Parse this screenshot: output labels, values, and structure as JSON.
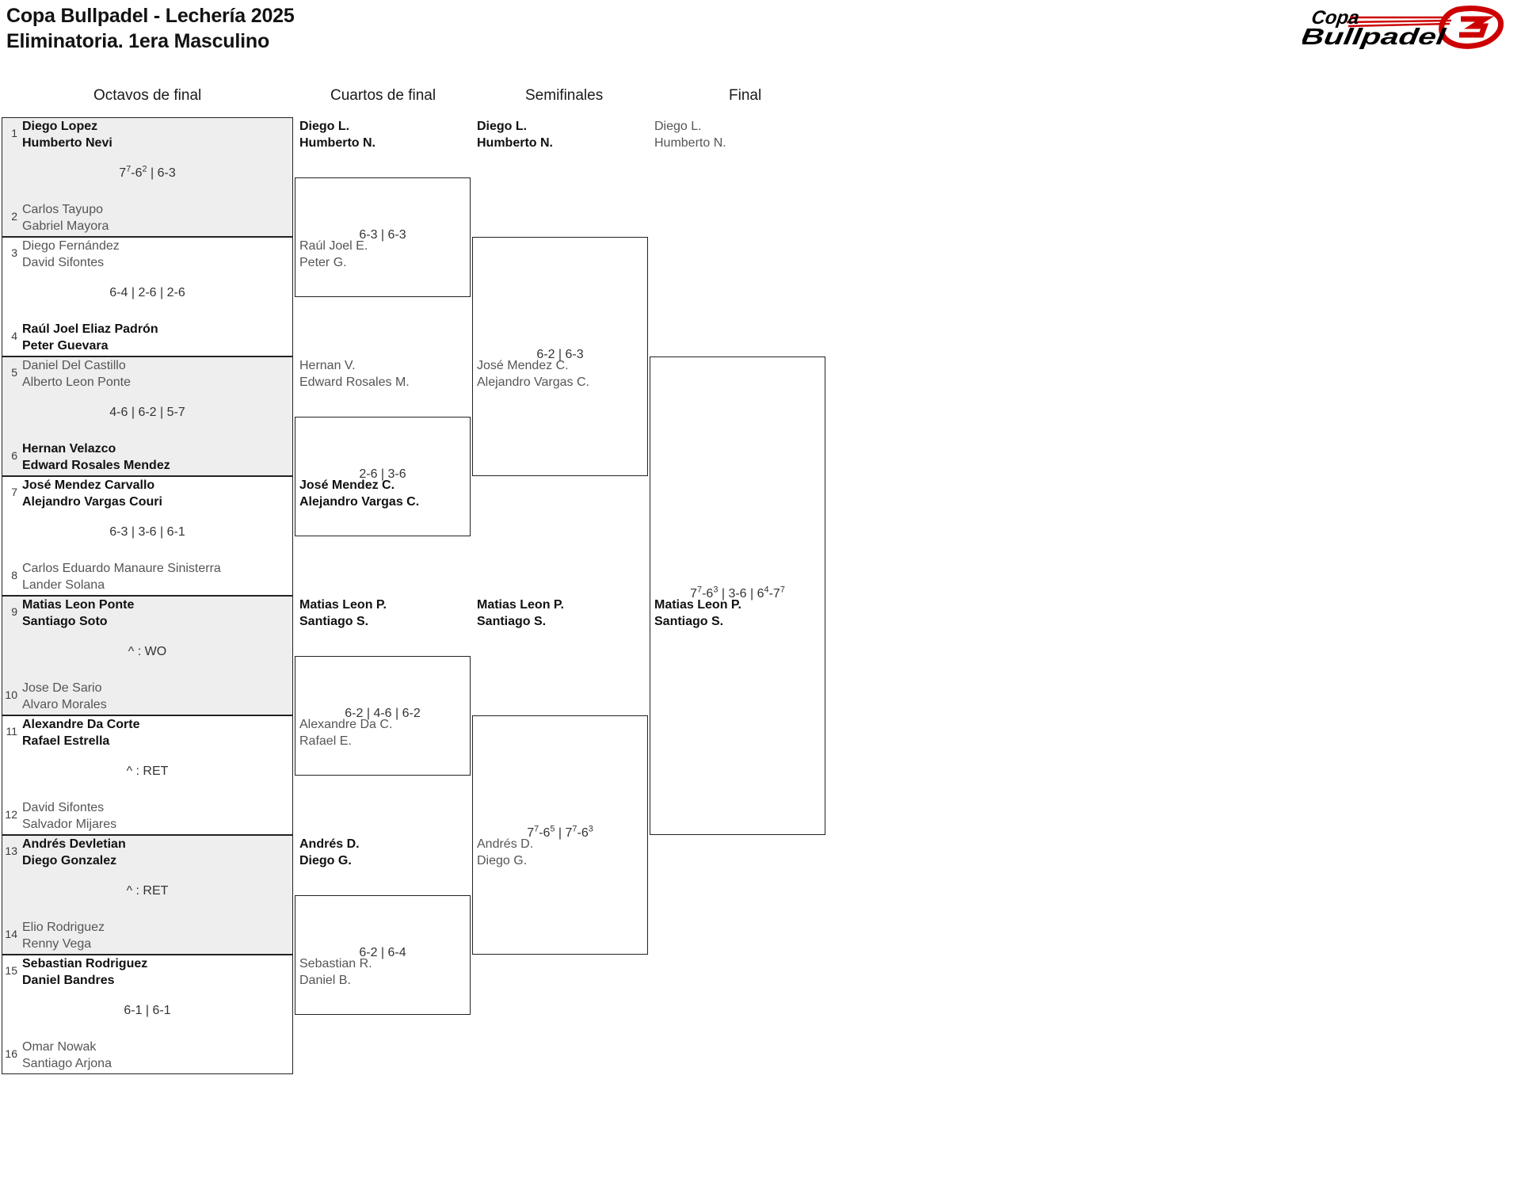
{
  "header": {
    "title_line1": "Copa Bullpadel - Lechería 2025",
    "title_line2": "Eliminatoria. 1era Masculino",
    "logo_top": "Copa",
    "logo_bottom": "Bullpadel",
    "logo_color_red": "#cc0000",
    "logo_color_black": "#000000"
  },
  "rounds": [
    {
      "label": "Octavos de final"
    },
    {
      "label": "Cuartos de final"
    },
    {
      "label": "Semifinales"
    },
    {
      "label": "Final"
    }
  ],
  "octavos": [
    {
      "seed": "1",
      "p1": "Diego Lopez",
      "p2": "Humberto Nevi",
      "winner": true
    },
    {
      "seed": "2",
      "p1": "Carlos Tayupo",
      "p2": "Gabriel Mayora",
      "winner": false
    },
    {
      "seed": "3",
      "p1": "Diego Fernández",
      "p2": "David Sifontes",
      "winner": false
    },
    {
      "seed": "4",
      "p1": "Raúl Joel Eliaz Padrón",
      "p2": "Peter Guevara",
      "winner": true
    },
    {
      "seed": "5",
      "p1": "Daniel Del Castillo",
      "p2": "Alberto Leon Ponte",
      "winner": false
    },
    {
      "seed": "6",
      "p1": "Hernan Velazco",
      "p2": "Edward Rosales Mendez",
      "winner": true
    },
    {
      "seed": "7",
      "p1": "José Mendez Carvallo",
      "p2": "Alejandro Vargas Couri",
      "winner": true
    },
    {
      "seed": "8",
      "p1": "Carlos Eduardo Manaure Sinisterra",
      "p2": "Lander Solana",
      "winner": false
    },
    {
      "seed": "9",
      "p1": "Matias Leon Ponte",
      "p2": "Santiago Soto",
      "winner": true
    },
    {
      "seed": "10",
      "p1": "Jose De Sario",
      "p2": "Alvaro Morales",
      "winner": false
    },
    {
      "seed": "11",
      "p1": "Alexandre Da Corte",
      "p2": "Rafael Estrella",
      "winner": true
    },
    {
      "seed": "12",
      "p1": "David Sifontes",
      "p2": "Salvador Mijares",
      "winner": false
    },
    {
      "seed": "13",
      "p1": "Andrés Devletian",
      "p2": "Diego Gonzalez",
      "winner": true
    },
    {
      "seed": "14",
      "p1": "Elio Rodriguez",
      "p2": "Renny Vega",
      "winner": false
    },
    {
      "seed": "15",
      "p1": "Sebastian Rodriguez",
      "p2": "Daniel Bandres",
      "winner": true
    },
    {
      "seed": "16",
      "p1": "Omar Nowak",
      "p2": "Santiago Arjona",
      "winner": false
    }
  ],
  "octavos_scores": [
    {
      "sets": [
        {
          "a": "7",
          "a_sup": "7",
          "b": "6",
          "b_sup": "2"
        },
        {
          "a": "6",
          "b": "3"
        }
      ],
      "special": ""
    },
    {
      "sets": [
        {
          "a": "6",
          "b": "4"
        },
        {
          "a": "2",
          "b": "6"
        },
        {
          "a": "2",
          "b": "6"
        }
      ],
      "special": ""
    },
    {
      "sets": [
        {
          "a": "4",
          "b": "6"
        },
        {
          "a": "6",
          "b": "2"
        },
        {
          "a": "5",
          "b": "7"
        }
      ],
      "special": ""
    },
    {
      "sets": [
        {
          "a": "6",
          "b": "3"
        },
        {
          "a": "3",
          "b": "6"
        },
        {
          "a": "6",
          "b": "1"
        }
      ],
      "special": ""
    },
    {
      "sets": [],
      "special": "^ : WO"
    },
    {
      "sets": [],
      "special": "^ : RET"
    },
    {
      "sets": [],
      "special": "^ : RET"
    },
    {
      "sets": [
        {
          "a": "6",
          "b": "1"
        },
        {
          "a": "6",
          "b": "1"
        }
      ],
      "special": ""
    }
  ],
  "cuartos": [
    {
      "p1": "Diego L.",
      "p2": "Humberto N.",
      "winner": true
    },
    {
      "p1": "Raúl Joel E.",
      "p2": "Peter G.",
      "winner": false
    },
    {
      "p1": "Hernan V.",
      "p2": "Edward Rosales M.",
      "winner": false
    },
    {
      "p1": "José Mendez C.",
      "p2": "Alejandro Vargas C.",
      "winner": true
    },
    {
      "p1": "Matias Leon P.",
      "p2": "Santiago S.",
      "winner": true
    },
    {
      "p1": "Alexandre Da C.",
      "p2": "Rafael E.",
      "winner": false
    },
    {
      "p1": "Andrés D.",
      "p2": "Diego G.",
      "winner": true
    },
    {
      "p1": "Sebastian R.",
      "p2": "Daniel B.",
      "winner": false
    }
  ],
  "cuartos_scores": [
    {
      "sets": [
        {
          "a": "6",
          "b": "3"
        },
        {
          "a": "6",
          "b": "3"
        }
      ],
      "special": ""
    },
    {
      "sets": [
        {
          "a": "2",
          "b": "6"
        },
        {
          "a": "3",
          "b": "6"
        }
      ],
      "special": ""
    },
    {
      "sets": [
        {
          "a": "6",
          "b": "2"
        },
        {
          "a": "4",
          "b": "6"
        },
        {
          "a": "6",
          "b": "2"
        }
      ],
      "special": ""
    },
    {
      "sets": [
        {
          "a": "6",
          "b": "2"
        },
        {
          "a": "6",
          "b": "4"
        }
      ],
      "special": ""
    }
  ],
  "semis": [
    {
      "p1": "Diego L.",
      "p2": "Humberto N.",
      "winner": true
    },
    {
      "p1": "José Mendez C.",
      "p2": "Alejandro Vargas C.",
      "winner": false
    },
    {
      "p1": "Matias Leon P.",
      "p2": "Santiago S.",
      "winner": true
    },
    {
      "p1": "Andrés D.",
      "p2": "Diego G.",
      "winner": false
    }
  ],
  "semis_scores": [
    {
      "sets": [
        {
          "a": "6",
          "b": "2"
        },
        {
          "a": "6",
          "b": "3"
        }
      ],
      "special": ""
    },
    {
      "sets": [
        {
          "a": "7",
          "a_sup": "7",
          "b": "6",
          "b_sup": "5"
        },
        {
          "a": "7",
          "a_sup": "7",
          "b": "6",
          "b_sup": "3"
        }
      ],
      "special": ""
    }
  ],
  "final": [
    {
      "p1": "Diego L.",
      "p2": "Humberto N.",
      "winner": false
    },
    {
      "p1": "Matias Leon P.",
      "p2": "Santiago S.",
      "winner": true
    }
  ],
  "final_scores": [
    {
      "sets": [
        {
          "a": "7",
          "a_sup": "7",
          "b": "6",
          "b_sup": "3"
        },
        {
          "a": "3",
          "b": "6"
        },
        {
          "a": "6",
          "a_sup": "4",
          "b": "7",
          "b_sup": "7"
        }
      ],
      "special": ""
    }
  ]
}
